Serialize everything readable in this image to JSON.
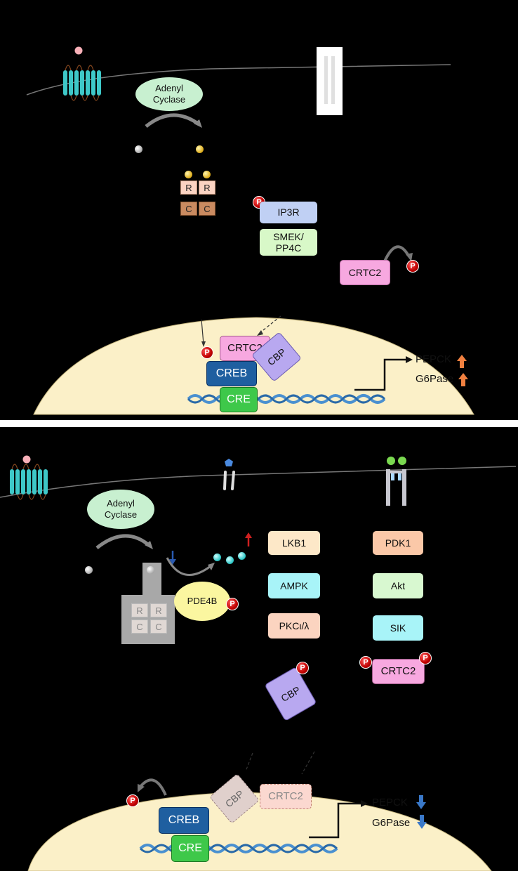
{
  "top": {
    "adenyl_cyclase": "Adenyl\nCyclase",
    "pka_regulatory": [
      "R",
      "R"
    ],
    "pka_catalytic": [
      "C",
      "C"
    ],
    "ip3r": "IP3R",
    "smek": "SMEK/\nPP4C",
    "crtc2_cyto": "CRTC2",
    "crtc2_nuc": "CRTC2",
    "cbp": "CBP",
    "creb": "CREB",
    "cre": "CRE",
    "gene1": "PEPCK",
    "gene2": "G6Pase",
    "phospho": "P"
  },
  "bottom": {
    "adenyl_cyclase": "Adenyl\nCyclase",
    "pde4b": "PDE4B",
    "pka_regulatory": [
      "R",
      "R"
    ],
    "pka_catalytic": [
      "C",
      "C"
    ],
    "lkb1": "LKB1",
    "ampk": "AMPK",
    "pkc": "PKCι/λ",
    "pdk1": "PDK1",
    "akt": "Akt",
    "sik": "SIK",
    "crtc2_cyto": "CRTC2",
    "cbp_cyto": "CBP",
    "cbp_nuc": "CBP",
    "crtc2_nuc": "CRTC2",
    "creb": "CREB",
    "cre": "CRE",
    "gene1": "PEPCK",
    "gene2": "G6Pase",
    "phospho": "P"
  },
  "colors": {
    "nucleus": "#fbf0c8",
    "receptor": "#3ec8c8",
    "dna": "#4a90d0",
    "creb": "#1f5fa0",
    "cre": "#3ec84a",
    "crtc2": "#f7a8e0",
    "cbp": "#b8a8f0",
    "up_arrow": "#f08040",
    "down_arrow": "#3a78c8"
  }
}
